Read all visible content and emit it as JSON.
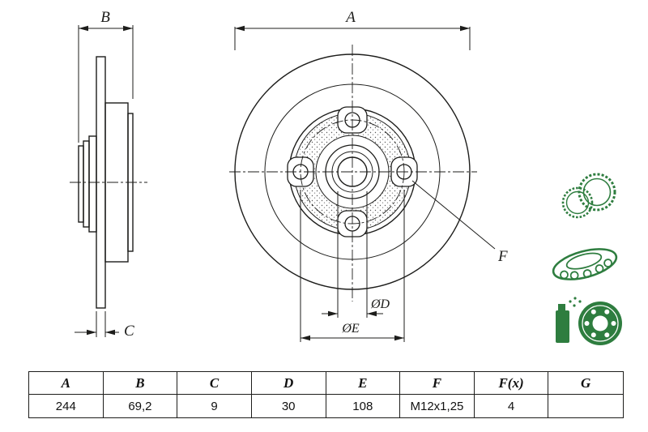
{
  "colors": {
    "line": "#1d1d1b",
    "accent_green": "#2e7d3f",
    "background": "#ffffff"
  },
  "drawing": {
    "dimension_labels": {
      "a": "A",
      "b": "B",
      "c": "C",
      "f": "F",
      "d": "ØD",
      "e": "ØE"
    },
    "icons": [
      {
        "name": "abs-sensor-ring-icon"
      },
      {
        "name": "wheel-bearing-icon"
      },
      {
        "name": "lubricant-and-brake-disc-icon"
      }
    ]
  },
  "table": {
    "headers": [
      "A",
      "B",
      "C",
      "D",
      "E",
      "F",
      "F(x)",
      "G"
    ],
    "values": [
      "244",
      "69,2",
      "9",
      "30",
      "108",
      "M12x1,25",
      "4",
      ""
    ]
  }
}
